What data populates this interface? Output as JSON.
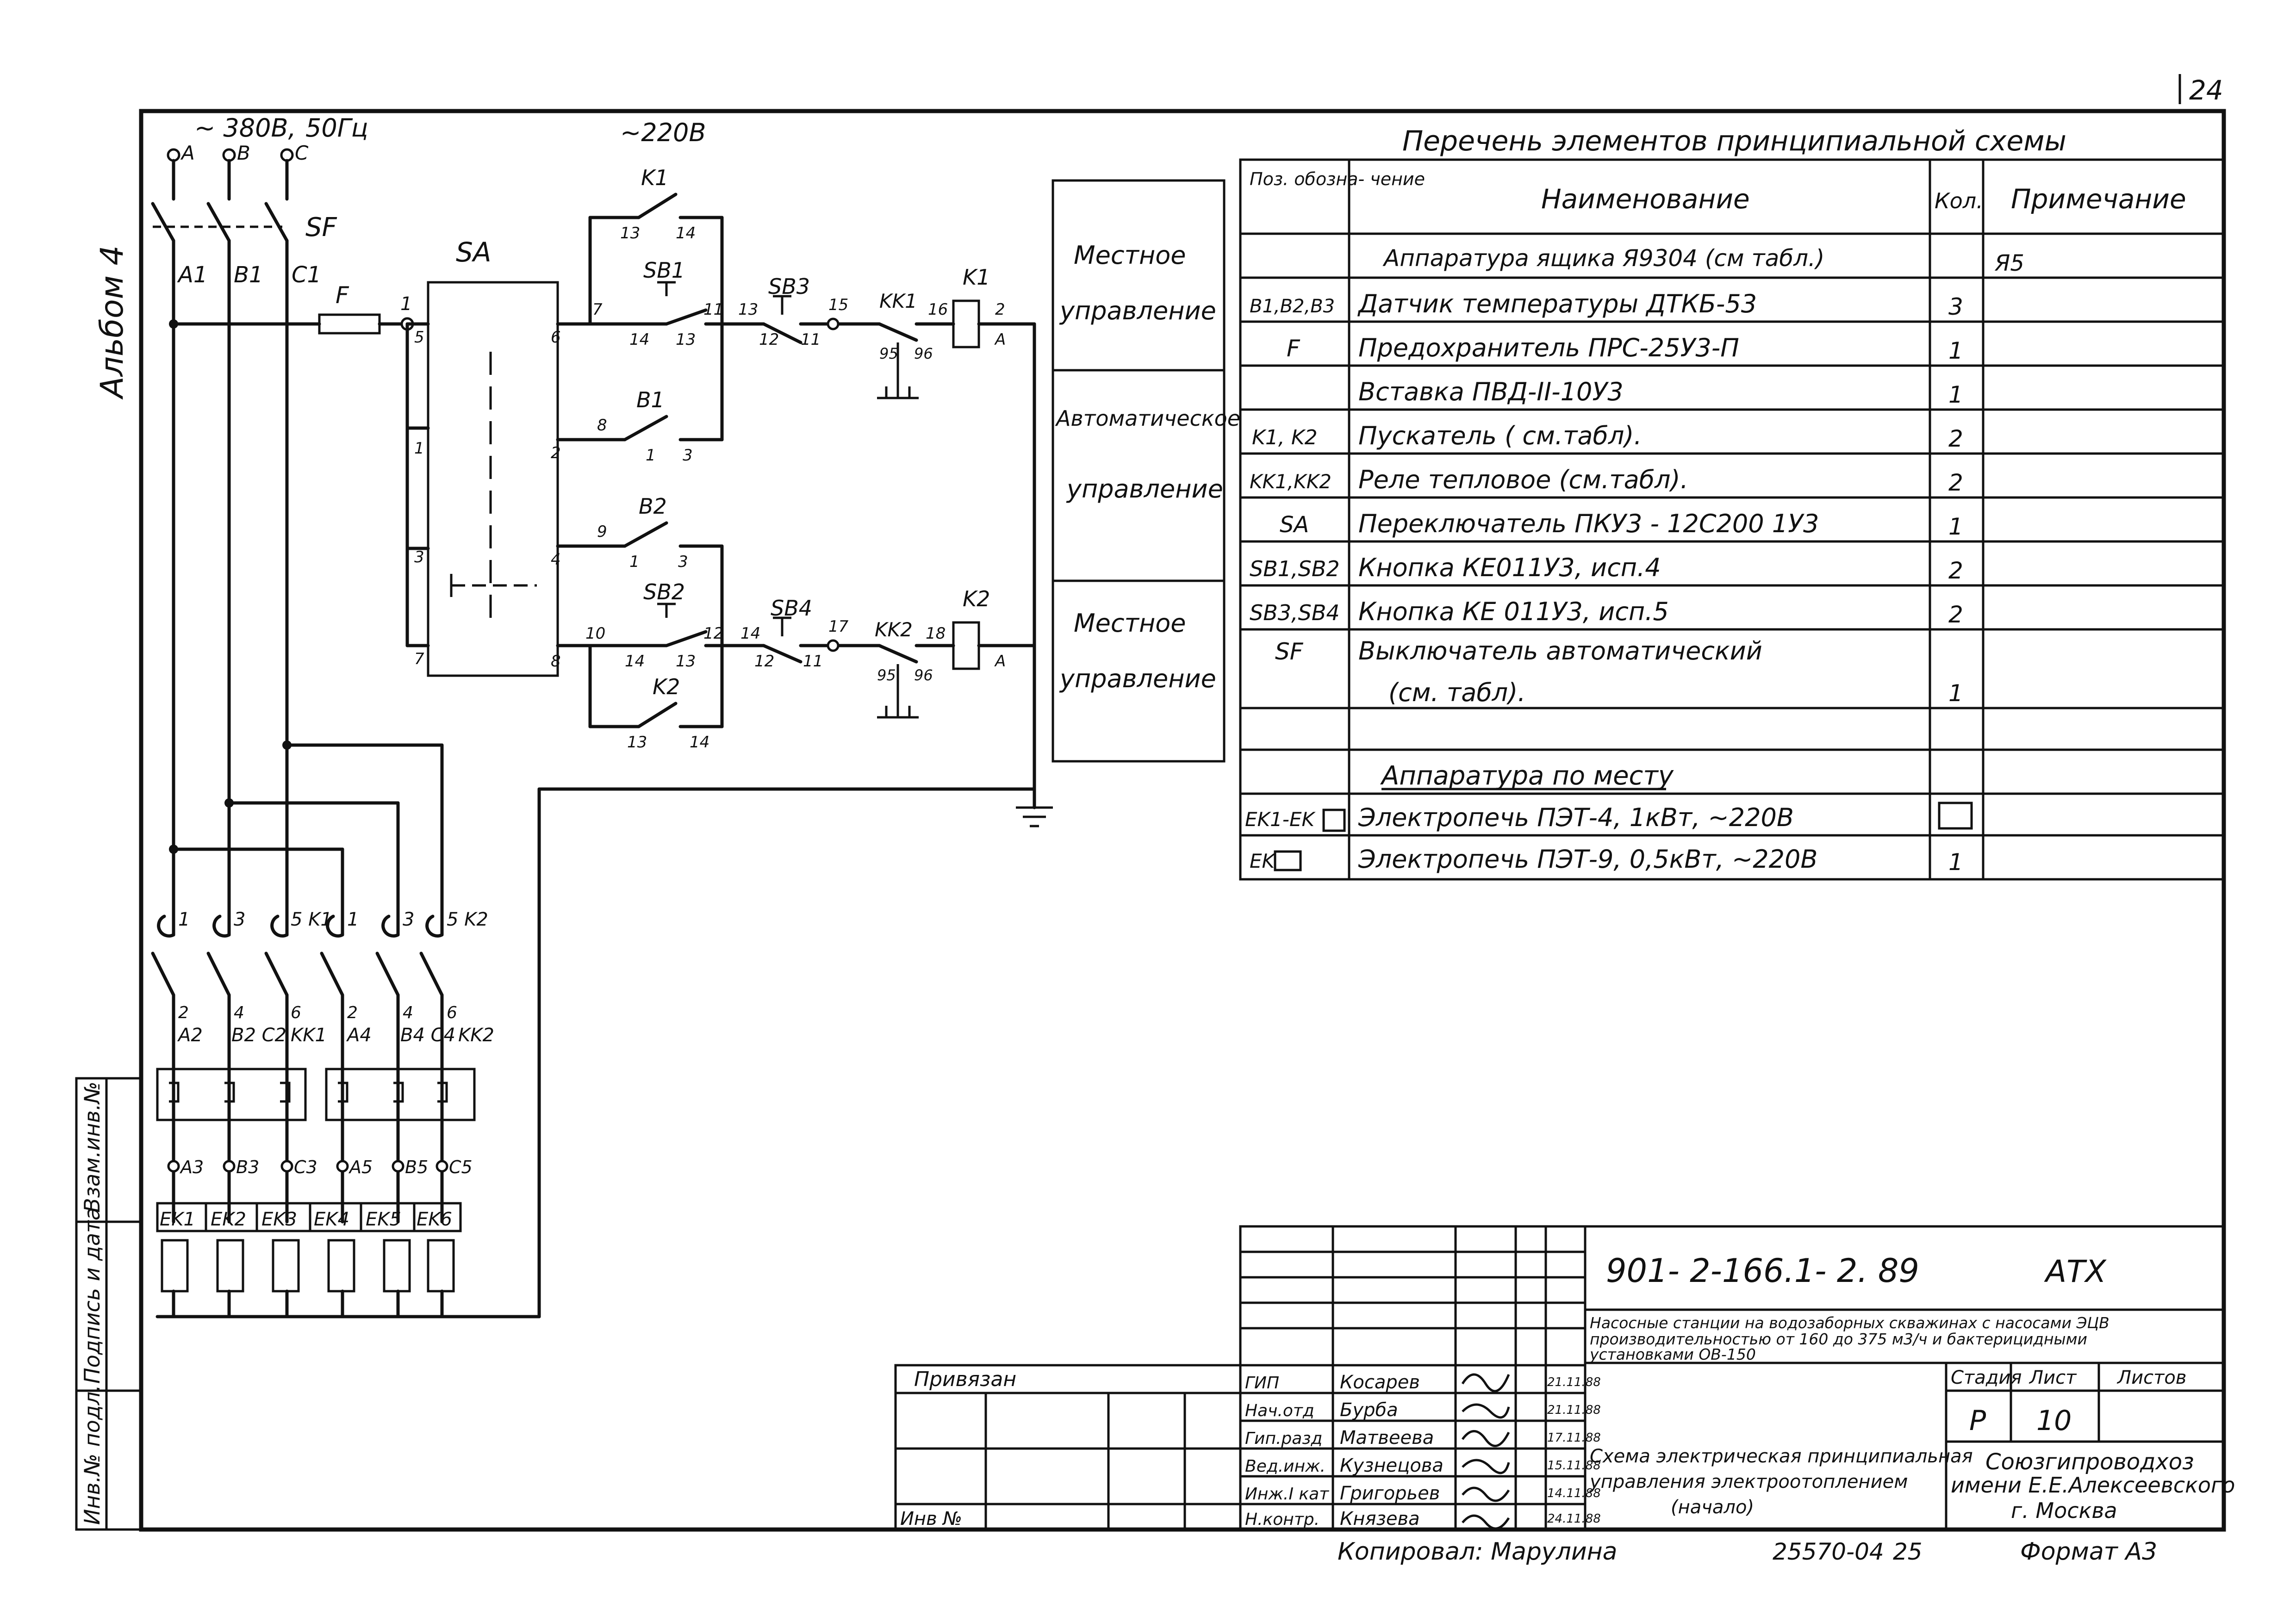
{
  "sheet": {
    "page_number": "24",
    "album": "Альбом 4",
    "supply_3ph": "~ 380В,",
    "freq": "50Гц",
    "supply_1ph": "~220В",
    "phases": [
      "A",
      "B",
      "C"
    ]
  },
  "control_modes": [
    "Местное",
    "управление",
    "Автоматическое",
    "управление",
    "Местное",
    "управление"
  ],
  "components": {
    "SF": "SF",
    "F": "F",
    "SA": "SA",
    "K1": "K1",
    "K2": "K2",
    "SB1": "SB1",
    "SB2": "SB2",
    "SB3": "SB3",
    "SB4": "SB4",
    "B1": "B1",
    "B2": "B2",
    "KK1": "KK1",
    "KK2": "KK2",
    "A1": "A1",
    "B1w": "B1",
    "C1": "C1",
    "A2": "A2",
    "B2C2": "B2 C2",
    "A4": "A4",
    "B4C4": "B4 C4",
    "A3": "A3",
    "B3": "B3",
    "C3": "C3",
    "A5": "A5",
    "B5": "B5",
    "C5": "C5",
    "heaters": [
      "EK1",
      "EK2",
      "EK3",
      "EK4",
      "EK5",
      "EK6"
    ],
    "k1_contacts": [
      "1",
      "3",
      "5 K1"
    ],
    "k2_contacts": [
      "1",
      "3",
      "5 K2"
    ],
    "bottom_terms": [
      "2",
      "4",
      "6",
      "2",
      "4",
      "6"
    ]
  },
  "wire_numbers": {
    "sa_left": [
      "5",
      "1",
      "3",
      "7"
    ],
    "sa_right": [
      "6",
      "2",
      "4",
      "8"
    ],
    "row1": [
      "1",
      "7",
      "11",
      "13",
      "15",
      "16",
      "2",
      "13",
      "14",
      "14",
      "13",
      "12",
      "11",
      "95",
      "96",
      "A"
    ],
    "row2": [
      "2",
      "8",
      "1",
      "3"
    ],
    "row3": [
      "9",
      "1",
      "3"
    ],
    "row4": [
      "10",
      "12",
      "14",
      "17",
      "18",
      "14",
      "13",
      "12",
      "11",
      "95",
      "96",
      "A",
      "13",
      "14"
    ]
  },
  "table": {
    "title": "Перечень элементов принципиальной схемы",
    "headers": [
      "Поз. обозна- чение",
      "Наименование",
      "Кол.",
      "Примечание"
    ],
    "rows": [
      {
        "pos": "",
        "name": "Аппаратура ящика Я9304 (см табл.)",
        "qty": "",
        "note": "Я5"
      },
      {
        "pos": "B1,B2,B3",
        "name": "Датчик температуры ДТКБ-53",
        "qty": "3",
        "note": ""
      },
      {
        "pos": "F",
        "name": "Предохранитель ПРС-25У3-П",
        "qty": "1",
        "note": ""
      },
      {
        "pos": "",
        "name": "Вставка ПВД-II-10У3",
        "qty": "1",
        "note": ""
      },
      {
        "pos": "K1, K2",
        "name": "Пускатель ( см.табл).",
        "qty": "2",
        "note": ""
      },
      {
        "pos": "KK1,KK2",
        "name": "Реле тепловое (см.табл).",
        "qty": "2",
        "note": ""
      },
      {
        "pos": "SA",
        "name": "Переключатель ПКУ3 - 12С200 1У3",
        "qty": "1",
        "note": ""
      },
      {
        "pos": "SB1,SB2",
        "name": "Кнопка КЕ011У3, исп.4",
        "qty": "2",
        "note": ""
      },
      {
        "pos": "SB3,SB4",
        "name": "Кнопка КЕ 011У3, исп.5",
        "qty": "2",
        "note": ""
      },
      {
        "pos": "SF",
        "name": "Выключатель автоматический",
        "qty": "",
        "note": ""
      },
      {
        "pos": "",
        "name": "(см. табл).",
        "qty": "1",
        "note": ""
      },
      {
        "pos": "",
        "name": "",
        "qty": "",
        "note": ""
      },
      {
        "pos": "",
        "name": "Аппаратура по месту",
        "qty": "",
        "note": ""
      },
      {
        "pos": "EK1-EK",
        "name": "Электропечь ПЭТ-4, 1кВт, ~220В",
        "qty": "",
        "note": ""
      },
      {
        "pos": "EK",
        "name": "Электропечь ПЭТ-9, 0,5кВт, ~220В",
        "qty": "1",
        "note": ""
      }
    ]
  },
  "title_block": {
    "doc_code": "901- 2-166.1- 2. 89",
    "section": "АТХ",
    "project_desc_1": "Насосные станции на водозаборных скважинах с насосами ЭЦВ",
    "project_desc_2": "производительностью от 160 до 375 м3/ч и бактерицидными",
    "project_desc_3": "установками ОВ-150",
    "drawing_title_1": "Схема электрическая принципиальная",
    "drawing_title_2": "управления электроотоплением",
    "drawing_title_3": "(начало)",
    "stage_label": "Стадия",
    "sheet_label": "Лист",
    "sheets_label": "Листов",
    "stage": "Р",
    "sheet": "10",
    "org_1": "Союзгипроводхоз",
    "org_2": "имени Е.Е.Алексеевского",
    "org_3": "г. Москва",
    "bound": "Привязан",
    "inv_no": "Инв №",
    "roles": [
      "ГИП",
      "Нач.отд",
      "Гип.разд",
      "Вед.инж.",
      "Инж.I кат",
      "Н.контр."
    ],
    "names": [
      "Косарев",
      "Бурба",
      "Матвеева",
      "Кузнецова",
      "Григорьев",
      "Князева"
    ],
    "dates": [
      "21.11.88",
      "21.11.88",
      "17.11.88",
      "15.11.88",
      "14.11.88",
      "24.11.88"
    ],
    "copied": "Копировал: Марулина",
    "archive": "25570-04",
    "archive_sheet": "25",
    "format": "Формат А3"
  },
  "side_stamp": {
    "cells": [
      "Взам.инв.№",
      "Подпись и дата",
      "Инв.№ подл."
    ]
  }
}
